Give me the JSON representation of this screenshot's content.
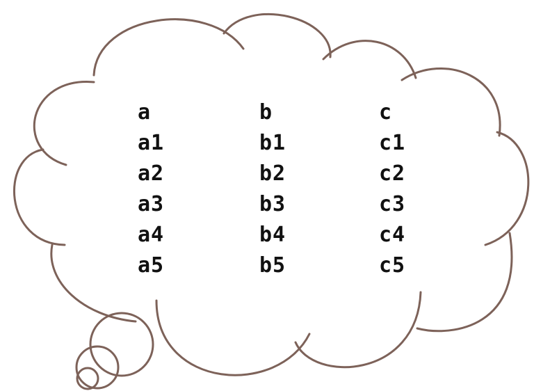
{
  "thought_bubble": {
    "stroke_color": "#7d6259",
    "columns": [
      [
        "a",
        "a1",
        "a2",
        "a3",
        "a4",
        "a5"
      ],
      [
        "b",
        "b1",
        "b2",
        "b3",
        "b4",
        "b5"
      ],
      [
        "c",
        "c1",
        "c2",
        "c3",
        "c4",
        "c5"
      ]
    ]
  }
}
